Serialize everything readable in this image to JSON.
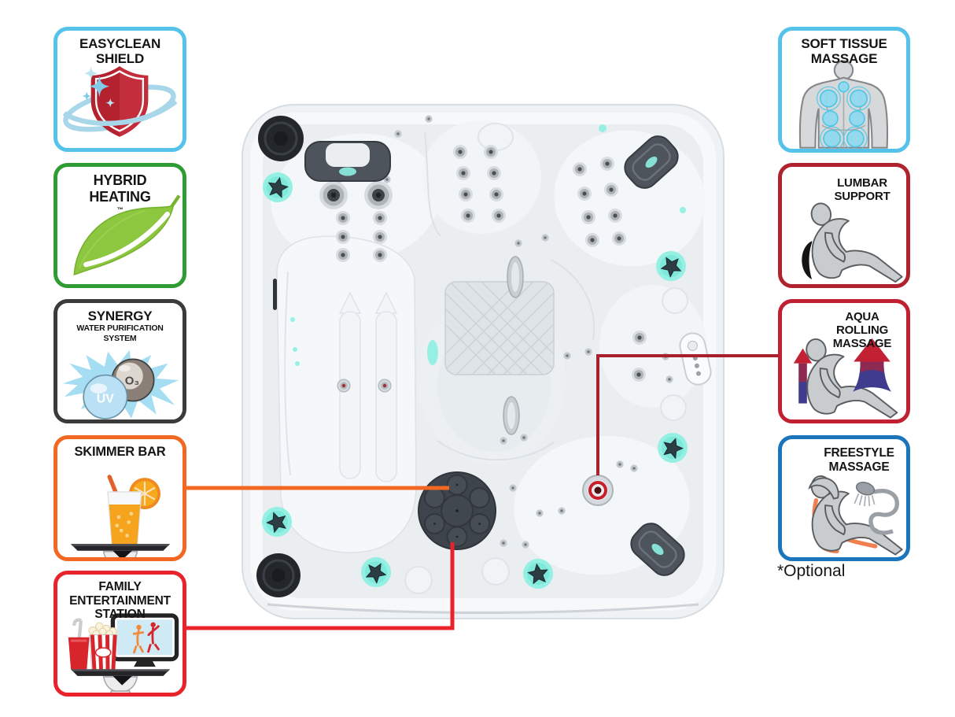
{
  "optional_note": "*Optional",
  "colors": {
    "easyclean_border": "#55C2E9",
    "hybrid_border": "#2E9B33",
    "synergy_border": "#3B3B3C",
    "skimmer_border": "#F26722",
    "family_border": "#E8232B",
    "soft_tissue_border": "#55C2E9",
    "lumbar_border": "#AF222E",
    "aqua_border": "#C02031",
    "freestyle_border": "#1B75BC",
    "skimmer_line": "#F26722",
    "family_line": "#E8232B",
    "aqua_line": "#A8202C",
    "jet_glow_cyan": "#8EEFE2"
  },
  "badges_left": [
    {
      "id": "easyclean-shield",
      "lines": [
        "EASYCLEAN",
        "SHIELD"
      ],
      "icon": "shield-swoosh-icon",
      "border": "#55C2E9"
    },
    {
      "id": "hybrid-heating",
      "lines": [
        "HYBRID",
        "HEATING"
      ],
      "tm": "™",
      "icon": "leaf-icon",
      "border": "#2E9B33"
    },
    {
      "id": "synergy-water-purification",
      "lines": [
        "SYNERGY"
      ],
      "sublines": [
        "WATER PURIFICATION",
        "SYSTEM"
      ],
      "uv_label": "UV",
      "o3_label": "O₃",
      "icon": "uv-ozone-splash-icon",
      "border": "#3B3B3C"
    },
    {
      "id": "skimmer-bar",
      "lines": [
        "SKIMMER BAR"
      ],
      "icon": "drink-tray-icon",
      "border": "#F26722"
    },
    {
      "id": "family-entertainment-station",
      "lines": [
        "FAMILY",
        "ENTERTAINMENT",
        "STATION"
      ],
      "icon": "entertainment-tray-icon",
      "border": "#E8232B"
    }
  ],
  "badges_right": [
    {
      "id": "soft-tissue-massage",
      "lines": [
        "SOFT TISSUE",
        "MASSAGE"
      ],
      "icon": "back-massage-icon",
      "border": "#55C2E9"
    },
    {
      "id": "lumbar-support",
      "lines": [
        "LUMBAR",
        "SUPPORT"
      ],
      "icon": "lumbar-seat-icon",
      "border": "#AF222E"
    },
    {
      "id": "aqua-rolling-massage",
      "lines": [
        "AQUA",
        "ROLLING",
        "MASSAGE"
      ],
      "icon": "rolling-arrows-icon",
      "border": "#C02031"
    },
    {
      "id": "freestyle-massage",
      "lines": [
        "FREESTYLE",
        "MASSAGE"
      ],
      "icon": "handheld-shower-icon",
      "border": "#1B75BC"
    }
  ]
}
